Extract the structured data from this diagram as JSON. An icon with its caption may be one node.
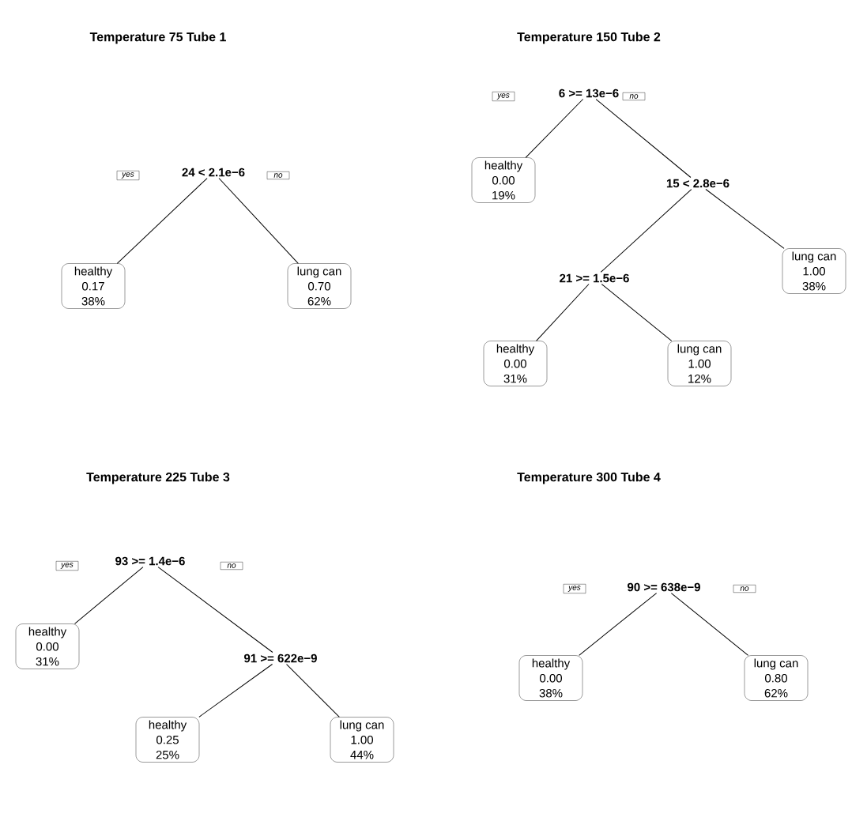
{
  "diagram": {
    "nodes": [
      {
        "text": [
          "24 < 2.1e−6"
        ]
      },
      {
        "text": [
          "yes"
        ]
      },
      {
        "text": [
          "no"
        ]
      },
      {
        "text": [
          "healthy",
          "0.17",
          "38%"
        ]
      },
      {
        "text": [
          "lung can",
          "0.70",
          "62%"
        ]
      },
      {
        "text": [
          "6 >= 13e−6"
        ]
      },
      {
        "text": [
          "yes"
        ]
      },
      {
        "text": [
          "no"
        ]
      },
      {
        "text": [
          "healthy",
          "0.00",
          "19%"
        ]
      },
      {
        "text": [
          "15 < 2.8e−6"
        ]
      },
      {
        "text": [
          "lung can",
          "1.00",
          "38%"
        ]
      },
      {
        "text": [
          "21 >= 1.5e−6"
        ]
      },
      {
        "text": [
          "healthy",
          "0.00",
          "31%"
        ]
      },
      {
        "text": [
          "lung can",
          "1.00",
          "12%"
        ]
      },
      {
        "text": [
          "93 >= 1.4e−6"
        ]
      },
      {
        "text": [
          "yes"
        ]
      },
      {
        "text": [
          "no"
        ]
      },
      {
        "text": [
          "healthy",
          "0.00",
          "31%"
        ]
      },
      {
        "text": [
          "91 >= 622e−9"
        ]
      },
      {
        "text": [
          "healthy",
          "0.25",
          "25%"
        ]
      },
      {
        "text": [
          "lung can",
          "1.00",
          "44%"
        ]
      },
      {
        "text": [
          "90 >= 638e−9"
        ]
      },
      {
        "text": [
          "yes"
        ]
      },
      {
        "text": [
          "no"
        ]
      },
      {
        "text": [
          "healthy",
          "0.00",
          "38%"
        ]
      },
      {
        "text": [
          "lung can",
          "0.80",
          "62%"
        ]
      }
    ],
    "edges": [
      {
        "from": 0,
        "to": 3,
        "arrow": "none"
      },
      {
        "from": 0,
        "to": 4,
        "arrow": "none"
      },
      {
        "from": 5,
        "to": 8,
        "arrow": "none"
      },
      {
        "from": 5,
        "to": 9,
        "arrow": "none"
      },
      {
        "from": 9,
        "to": 11,
        "arrow": "none"
      },
      {
        "from": 9,
        "to": 10,
        "arrow": "none"
      },
      {
        "from": 11,
        "to": 12,
        "arrow": "none"
      },
      {
        "from": 11,
        "to": 13,
        "arrow": "none"
      },
      {
        "from": 14,
        "to": 17,
        "arrow": "none"
      },
      {
        "from": 14,
        "to": 18,
        "arrow": "none"
      },
      {
        "from": 18,
        "to": 19,
        "arrow": "none"
      },
      {
        "from": 18,
        "to": 20,
        "arrow": "none"
      },
      {
        "from": 21,
        "to": 24,
        "arrow": "none"
      },
      {
        "from": 21,
        "to": 25,
        "arrow": "none"
      }
    ],
    "labels": [
      "Temperature 75 Tube 1",
      "Temperature 150 Tube 2",
      "Temperature 225 Tube 3",
      "Temperature 300 Tube 4"
    ]
  }
}
